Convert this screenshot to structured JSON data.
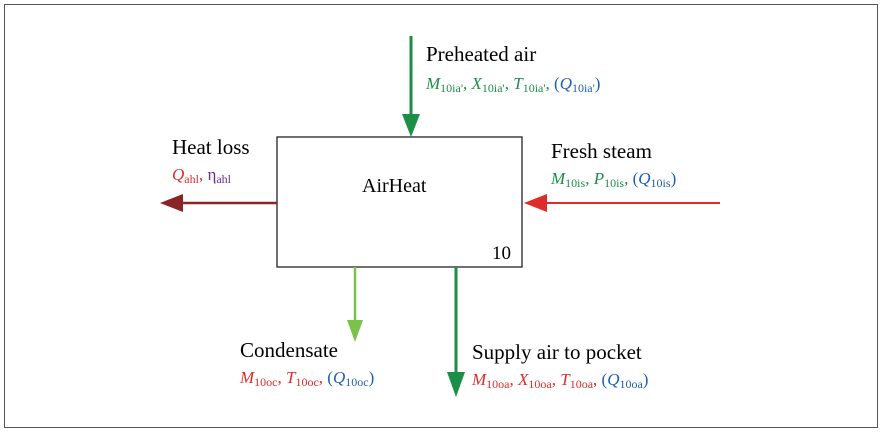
{
  "colors": {
    "green": "#1a8f45",
    "light_green": "#7cc24a",
    "red": "#e02b2b",
    "dark_red": "#8b2424",
    "blue": "#1f5fb0",
    "purple": "#6a2c91",
    "text": "#000000",
    "frame": "#555555"
  },
  "block": {
    "name": "AirHeat",
    "number": "10"
  },
  "flows": {
    "preheated_air": {
      "title": "Preheated air",
      "vars": [
        {
          "sym": "M",
          "sub": "10ia'",
          "color": "green",
          "sep": ", "
        },
        {
          "sym": "X",
          "sub": "10ia'",
          "color": "green",
          "sep": ", "
        },
        {
          "sym": "T",
          "sub": "10ia'",
          "color": "green",
          "sep": ", "
        },
        {
          "sym": "Q",
          "sub": "10ia'",
          "color": "blue",
          "paren": true,
          "sep": ""
        }
      ]
    },
    "fresh_steam": {
      "title": "Fresh steam",
      "vars": [
        {
          "sym": "M",
          "sub": "10is",
          "color": "green",
          "sep": ", "
        },
        {
          "sym": "P",
          "sub": "10is",
          "color": "green",
          "sep": ", "
        },
        {
          "sym": "Q",
          "sub": "10is",
          "color": "blue",
          "paren": true,
          "sep": ""
        }
      ]
    },
    "heat_loss": {
      "title": "Heat loss",
      "vars": [
        {
          "sym": "Q",
          "sub": "ahl",
          "color": "red",
          "sep": ",  "
        },
        {
          "sym": "η",
          "sub": "ahl",
          "color": "purple",
          "upright": true,
          "sep": ""
        }
      ]
    },
    "condensate": {
      "title": "Condensate",
      "vars": [
        {
          "sym": "M",
          "sub": "10oc",
          "color": "red",
          "sep": ", "
        },
        {
          "sym": "T",
          "sub": "10oc",
          "color": "red",
          "sep": ", "
        },
        {
          "sym": "Q",
          "sub": "10oc",
          "color": "blue",
          "paren": true,
          "sep": ""
        }
      ]
    },
    "supply_air": {
      "title": "Supply air to pocket",
      "vars": [
        {
          "sym": "M",
          "sub": "10oa",
          "color": "red",
          "sep": ", "
        },
        {
          "sym": "X",
          "sub": "10oa",
          "color": "red",
          "sep": ", "
        },
        {
          "sym": "T",
          "sub": "10oa",
          "color": "red",
          "sep": ", "
        },
        {
          "sym": "Q",
          "sub": "10oa",
          "color": "blue",
          "paren": true,
          "sep": ""
        }
      ]
    }
  }
}
